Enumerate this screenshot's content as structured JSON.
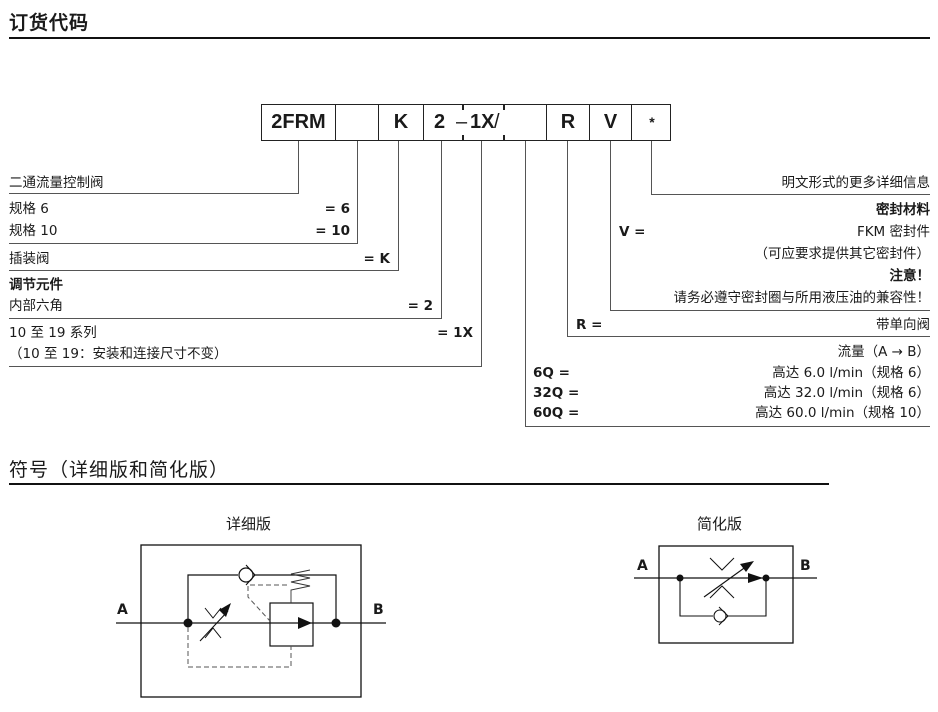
{
  "sections": {
    "order_code_title": "订货代码",
    "symbols_title": "符号（详细版和简化版）"
  },
  "code_boxes": [
    "2FRM",
    "",
    "K",
    "2",
    "1X",
    "",
    "R",
    "V",
    "*"
  ],
  "code_separators": {
    "dash": "–",
    "slash": "/"
  },
  "left_entries": {
    "type": {
      "label": "二通流量控制阀"
    },
    "size6": {
      "label": "规格 6",
      "code": "= 6"
    },
    "size10": {
      "label": "规格 10",
      "code": "= 10"
    },
    "cartridge": {
      "label": "插装阀",
      "code": "= K"
    },
    "adjust_heading": "调节元件",
    "adjust": {
      "label": "内部六角",
      "code": "= 2"
    },
    "series": {
      "label": "10 至 19 系列",
      "note": "（10 至 19：安装和连接尺寸不变）",
      "code": "= 1X"
    }
  },
  "right_entries": {
    "more_info": "明文形式的更多详细信息",
    "seal_heading": "密封材料",
    "seal_v": {
      "code": "V =",
      "label": "FKM 密封件"
    },
    "seal_note": "（可应要求提供其它密封件）",
    "attention_heading": "注意！",
    "attention_text": "请务必遵守密封圈与所用液压油的兼容性！",
    "check_valve": {
      "code": "R =",
      "label": "带单向阀"
    },
    "flow_heading": "流量（A → B）",
    "flows": [
      {
        "code": "6Q =",
        "label": "高达 6.0 l/min（规格 6）"
      },
      {
        "code": "32Q =",
        "label": "高达 32.0 l/min（规格 6）"
      },
      {
        "code": "60Q =",
        "label": "高达 60.0 l/min（规格 10）"
      }
    ]
  },
  "symbols": {
    "detailed": {
      "title": "详细版",
      "port_a": "A",
      "port_b": "B"
    },
    "simplified": {
      "title": "简化版",
      "port_a": "A",
      "port_b": "B"
    }
  }
}
